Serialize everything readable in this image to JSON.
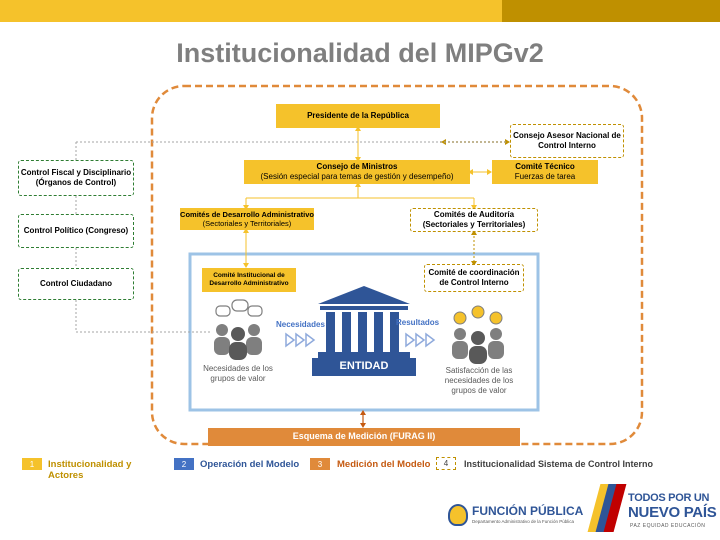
{
  "title": "Institucionalidad del MIPGv2",
  "boxes": {
    "presidente": "Presidente de la República",
    "consejo_asesor": "Consejo Asesor Nacional de Control Interno",
    "consejo_ministros_title": "Consejo de Ministros",
    "consejo_ministros_sub": "(Sesión especial para temas de gestión y desempeño)",
    "comite_tecnico_title": "Comité Técnico",
    "comite_tecnico_sub": "Fuerzas de tarea",
    "comites_desarrollo_title": "Comités de Desarrollo Administrativo",
    "comites_desarrollo_sub": "(Sectoriales y Territoriales)",
    "comites_auditoria_title": "Comités de Auditoría",
    "comites_auditoria_sub": "(Sectoriales y Territoriales)",
    "comite_institucional": "Comité Institucional de Desarrollo Administrativo",
    "comite_coordinacion": "Comité de coordinación de Control Interno",
    "control_fiscal": "Control Fiscal y Disciplinario (Órganos de Control)",
    "control_politico": "Control Político (Congreso)",
    "control_ciudadano": "Control Ciudadano",
    "esquema": "Esquema de Medición (FURAG II)"
  },
  "operation": {
    "necesidades_label": "Necesidades",
    "resultados_label": "Resultados",
    "entidad": "ENTIDAD",
    "left_caption": "Necesidades de los grupos de valor",
    "right_caption": "Satisfacción de las necesidades de los grupos de valor"
  },
  "legend": [
    {
      "num": "1",
      "label": "Institucionalidad y Actores",
      "color": "#f5c22b",
      "text_color": "#bf9000"
    },
    {
      "num": "2",
      "label": "Operación del Modelo",
      "color": "#4472c4",
      "text_color": "#2f5597"
    },
    {
      "num": "3",
      "label": "Medición del Modelo",
      "color": "#e08a3a",
      "text_color": "#c55a11"
    },
    {
      "num": "4",
      "label": "Institucionalidad Sistema de Control Interno",
      "color": "#bf9000",
      "text_color": "#404040"
    }
  ],
  "footer": {
    "funcion_publica": "FUNCIÓN PÚBLICA",
    "funcion_publica_sub": "Departamento Administrativo de la Función Pública",
    "todos_line1": "TODOS POR UN",
    "todos_line2": "NUEVO PAÍS",
    "todos_line3": "PAZ   EQUIDAD   EDUCACIÓN"
  },
  "colors": {
    "yellow": "#f5c22b",
    "dark_yellow": "#bf9000",
    "orange": "#e08a3a",
    "blue": "#4472c4",
    "green": "#2e7d32"
  }
}
